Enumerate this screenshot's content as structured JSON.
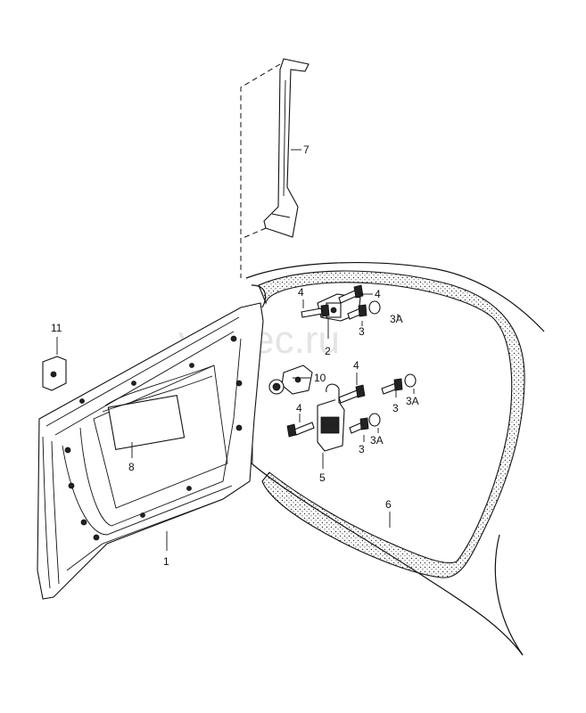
{
  "watermark": "vagtec.ru",
  "callouts": {
    "c1": "1",
    "c2": "2",
    "c3a": "3",
    "c3b": "3",
    "c3c": "3",
    "c3A_a": "3A",
    "c3A_b": "3A",
    "c3A_c": "3A",
    "c4a": "4",
    "c4b": "4",
    "c4c": "4",
    "c4d": "4",
    "c5": "5",
    "c6": "6",
    "c7": "7",
    "c8": "8",
    "c10": "10",
    "c11": "11"
  }
}
